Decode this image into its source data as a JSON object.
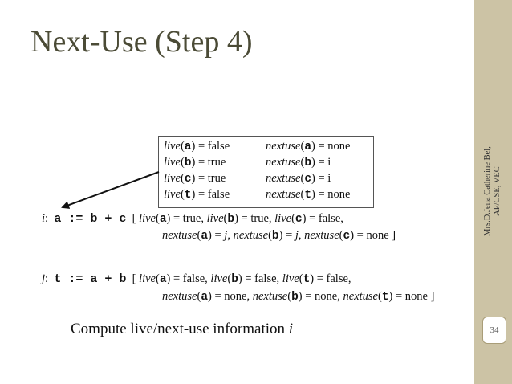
{
  "slide": {
    "title": "Next-Use (Step 4)",
    "sidebar_author": "Mrs.D.Jena Catherine Bel,",
    "sidebar_role": "AP/CSE, VEC",
    "page_number": "34"
  },
  "box": {
    "rows": [
      {
        "live_fn": "live",
        "live_var": "a",
        "live_val": " = false",
        "next_fn": "nextuse",
        "next_var": "a",
        "next_val": " = none"
      },
      {
        "live_fn": "live",
        "live_var": "b",
        "live_val": " = true",
        "next_fn": "nextuse",
        "next_var": "b",
        "next_val": " = i"
      },
      {
        "live_fn": "live",
        "live_var": "c",
        "live_val": " = true",
        "next_fn": "nextuse",
        "next_var": "c",
        "next_val": " = i"
      },
      {
        "live_fn": "live",
        "live_var": "t",
        "live_val": " = false",
        "next_fn": "nextuse",
        "next_var": "t",
        "next_val": " = none"
      }
    ]
  },
  "stmt_i": {
    "label": "i",
    "code": "a := b + c",
    "line1": {
      "t1": "[ ",
      "f1": "live",
      "v1": "a",
      "r1": ") = true, ",
      "f2": "live",
      "v2": "b",
      "r2": ") = true, ",
      "f3": "live",
      "v3": "c",
      "r3": ") = false,"
    },
    "line2": {
      "f1": "nextuse",
      "v1": "a",
      "r1": ") = ",
      "j1": "j",
      "s1": ", ",
      "f2": "nextuse",
      "v2": "b",
      "r2": ") = ",
      "j2": "j",
      "s2": ", ",
      "f3": "nextuse",
      "v3": "c",
      "r3": ") = none ]"
    }
  },
  "stmt_j": {
    "label": "j",
    "code": "t := a + b",
    "line1": {
      "t1": "[ ",
      "f1": "live",
      "v1": "a",
      "r1": ") = false, ",
      "f2": "live",
      "v2": "b",
      "r2": ") = false, ",
      "f3": "live",
      "v3": "t",
      "r3": ") = false,"
    },
    "line2": {
      "f1": "nextuse",
      "v1": "a",
      "r1": ") = none, ",
      "f2": "nextuse",
      "v2": "b",
      "r2": ") = none, ",
      "f3": "nextuse",
      "v3": "t",
      "r3": ") = none ]"
    }
  },
  "caption": {
    "text": "Compute live/next-use information ",
    "var": "i"
  }
}
